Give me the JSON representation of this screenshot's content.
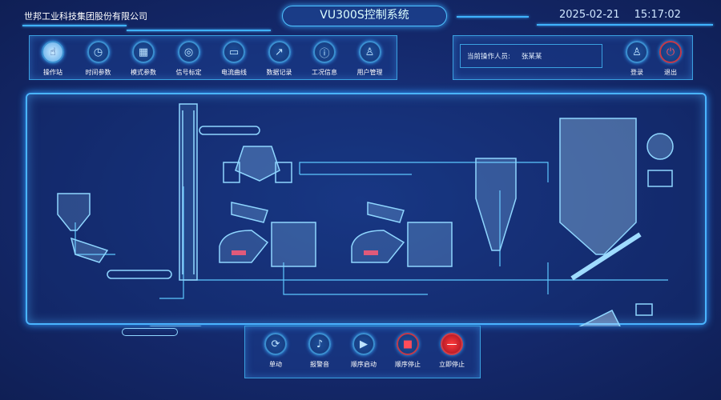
{
  "header": {
    "company": "世邦工业科技集团股份有限公司",
    "title": "VU300S控制系统",
    "date": "2025-02-21",
    "time": "15:17:02"
  },
  "nav": [
    {
      "label": "操作站",
      "icon": "hand-pointer-icon",
      "glyph": "☝"
    },
    {
      "label": "时间参数",
      "icon": "clock-icon",
      "glyph": "◷"
    },
    {
      "label": "模式参数",
      "icon": "grid-icon",
      "glyph": "▦"
    },
    {
      "label": "信号标定",
      "icon": "signal-icon",
      "glyph": "◎"
    },
    {
      "label": "电流曲线",
      "icon": "monitor-icon",
      "glyph": "▭"
    },
    {
      "label": "数据记录",
      "icon": "chart-icon",
      "glyph": "↗"
    },
    {
      "label": "工况信息",
      "icon": "info-icon",
      "glyph": "ⓘ"
    },
    {
      "label": "用户管理",
      "icon": "user-manage-icon",
      "glyph": "♙"
    }
  ],
  "user": {
    "label": "当前操作人员:",
    "name": "张某某",
    "login": "登录",
    "logout": "退出"
  },
  "controls": [
    {
      "label": "单动",
      "icon": "single-action-icon",
      "glyph": "⟳"
    },
    {
      "label": "报警音",
      "icon": "bell-icon",
      "glyph": "♪"
    },
    {
      "label": "顺序启动",
      "icon": "play-icon",
      "glyph": "▶"
    },
    {
      "label": "顺序停止",
      "icon": "stop-icon",
      "glyph": "■"
    },
    {
      "label": "立即停止",
      "icon": "emergency-stop-icon",
      "glyph": "—"
    }
  ],
  "colors": {
    "accent": "#3fb2ff",
    "stop": "#e0303a"
  }
}
